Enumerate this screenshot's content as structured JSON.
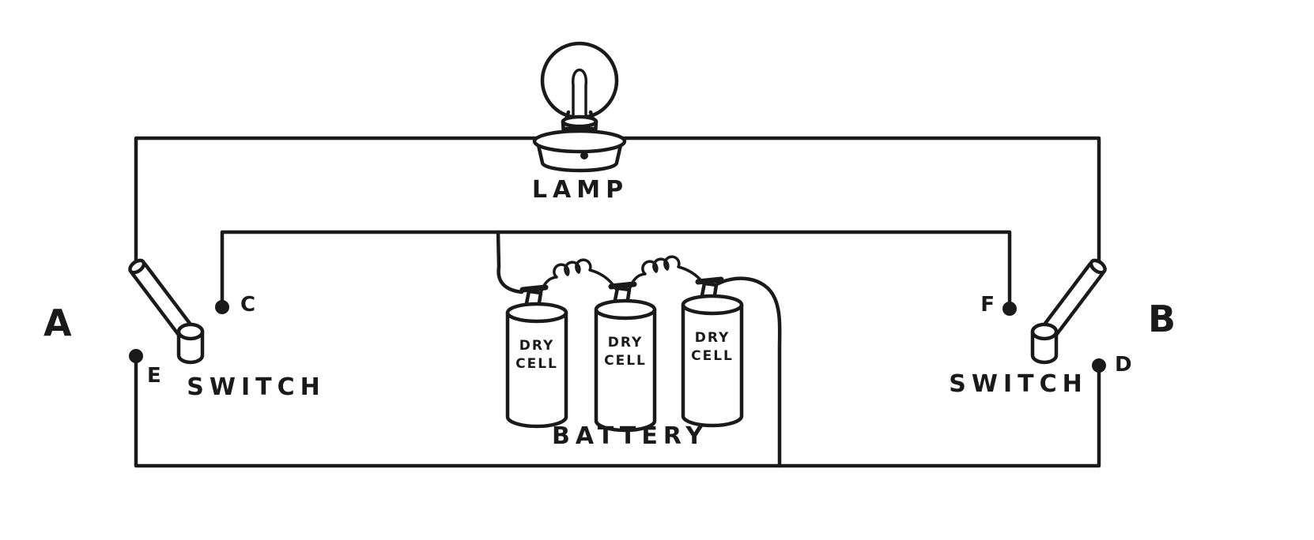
{
  "figure": {
    "colors": {
      "ink": "#1a1a1a",
      "paper": "#ffffff"
    },
    "lamp": {
      "label": "LAMP"
    },
    "battery": {
      "label": "BATTERY",
      "cells": [
        {
          "line1": "DRY",
          "line2": "CELL"
        },
        {
          "line1": "DRY",
          "line2": "CELL"
        },
        {
          "line1": "DRY",
          "line2": "CELL"
        }
      ]
    },
    "switch_a": {
      "terminal_label": "A",
      "label": "SWITCH",
      "contact_upper": "C",
      "contact_lower": "E"
    },
    "switch_b": {
      "terminal_label": "B",
      "label": "SWITCH",
      "contact_upper": "F",
      "contact_lower": "D"
    }
  }
}
